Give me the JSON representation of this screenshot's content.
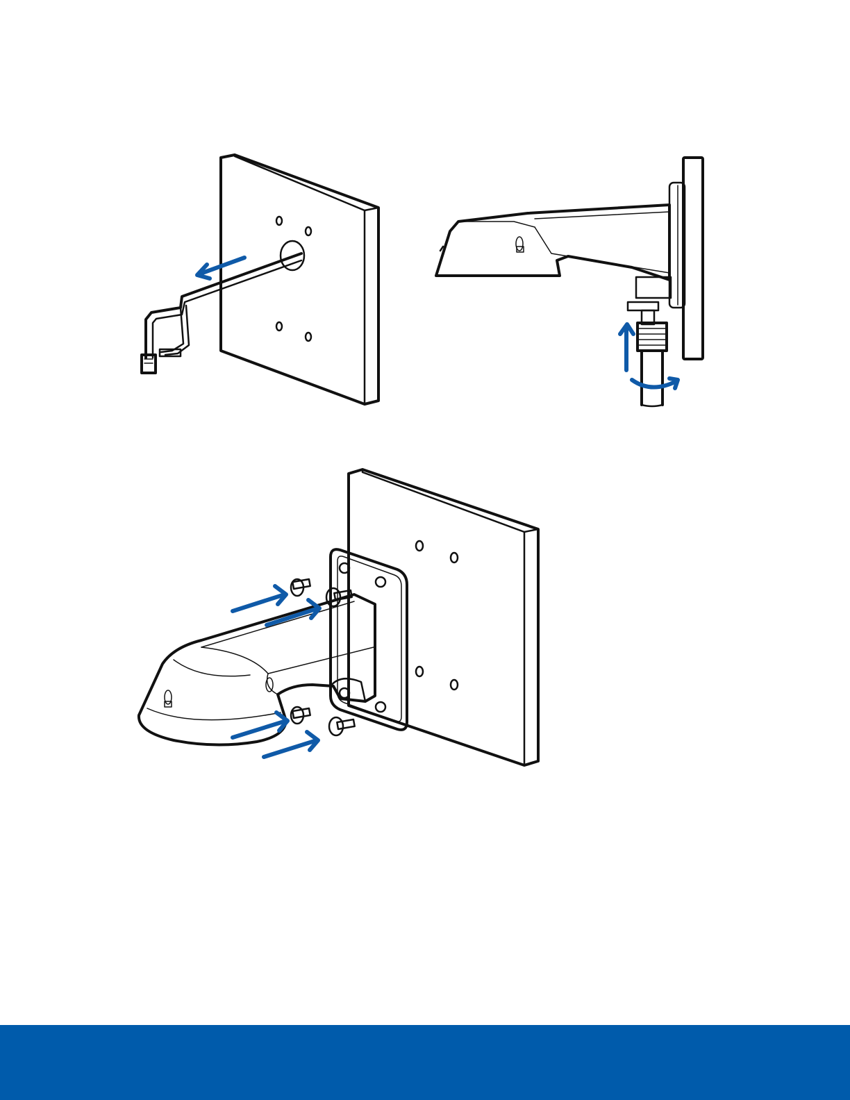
{
  "figures": [
    {
      "id": "cable-through-wall",
      "icon": "cable-pull-illustration"
    },
    {
      "id": "side-view-conduit",
      "icon": "bracket-side-illustration"
    },
    {
      "id": "bracket-screws",
      "icon": "bracket-mount-illustration"
    }
  ],
  "colors": {
    "arrow": "#0f5aa8",
    "footer": "#005bab",
    "ink": "#111111",
    "panel": "#ffffff"
  },
  "footer": {}
}
